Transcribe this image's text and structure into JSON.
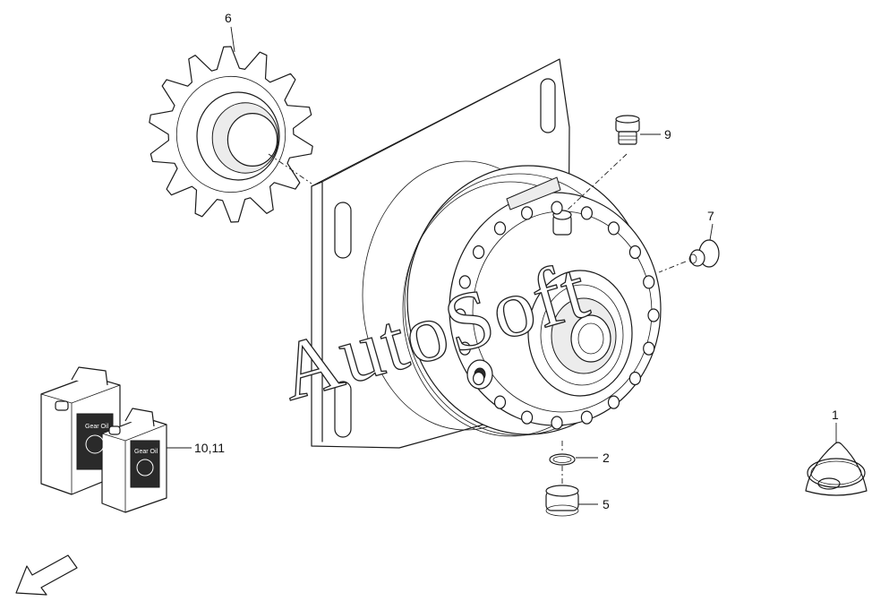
{
  "watermark": "AutoSoft",
  "callouts": {
    "c1": "1",
    "c2": "2",
    "c5": "5",
    "c6": "6",
    "c7": "7",
    "c9": "9",
    "c10_11": "10,11"
  },
  "bottle_label": "Gear Oil",
  "colors": {
    "line": "#1a1a1a",
    "background": "#ffffff"
  }
}
